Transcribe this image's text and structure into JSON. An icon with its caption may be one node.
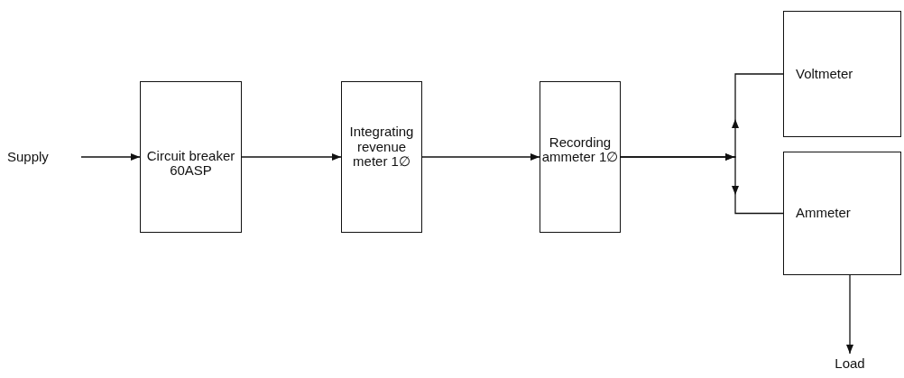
{
  "diagram": {
    "nodes": [
      {
        "text": [
          "Supply"
        ]
      },
      {
        "text": [
          "Circuit breaker 60ASP"
        ]
      },
      {
        "text": [
          "Integrating revenue meter 1∅"
        ]
      },
      {
        "text": [
          "Recording ammeter 1∅"
        ]
      },
      {
        "text": [
          "Voltmeter"
        ]
      },
      {
        "text": [
          "Ammeter"
        ]
      },
      {
        "text": [
          "Load"
        ]
      }
    ],
    "edges": [
      {
        "from": 0,
        "to": 1,
        "arrow": "to"
      },
      {
        "from": 1,
        "to": 2,
        "arrow": "to"
      },
      {
        "from": 2,
        "to": 3,
        "arrow": "to"
      },
      {
        "from": 3,
        "to": 4,
        "arrow": "to"
      },
      {
        "from": 3,
        "to": 5,
        "arrow": "to"
      },
      {
        "from": 5,
        "to": 6,
        "arrow": "to"
      }
    ]
  }
}
